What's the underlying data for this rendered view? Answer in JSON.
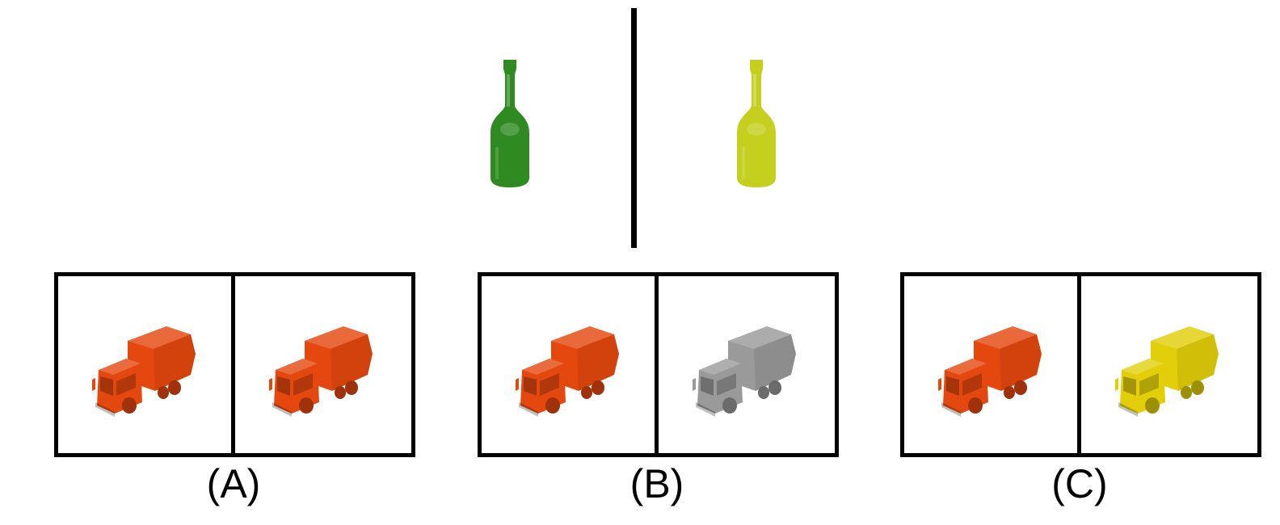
{
  "example": {
    "left_bottle_color": "#2f8a22",
    "right_bottle_color": "#c4cf1e"
  },
  "options": [
    {
      "label": "(A)",
      "left_truck_color": "#e4480f",
      "right_truck_color": "#e4480f"
    },
    {
      "label": "(B)",
      "left_truck_color": "#e4480f",
      "right_truck_color": "#9a9a9a"
    },
    {
      "label": "(C)",
      "left_truck_color": "#e4480f",
      "right_truck_color": "#e2cf0a"
    }
  ],
  "icons": [
    "bottle-icon",
    "truck-icon"
  ]
}
